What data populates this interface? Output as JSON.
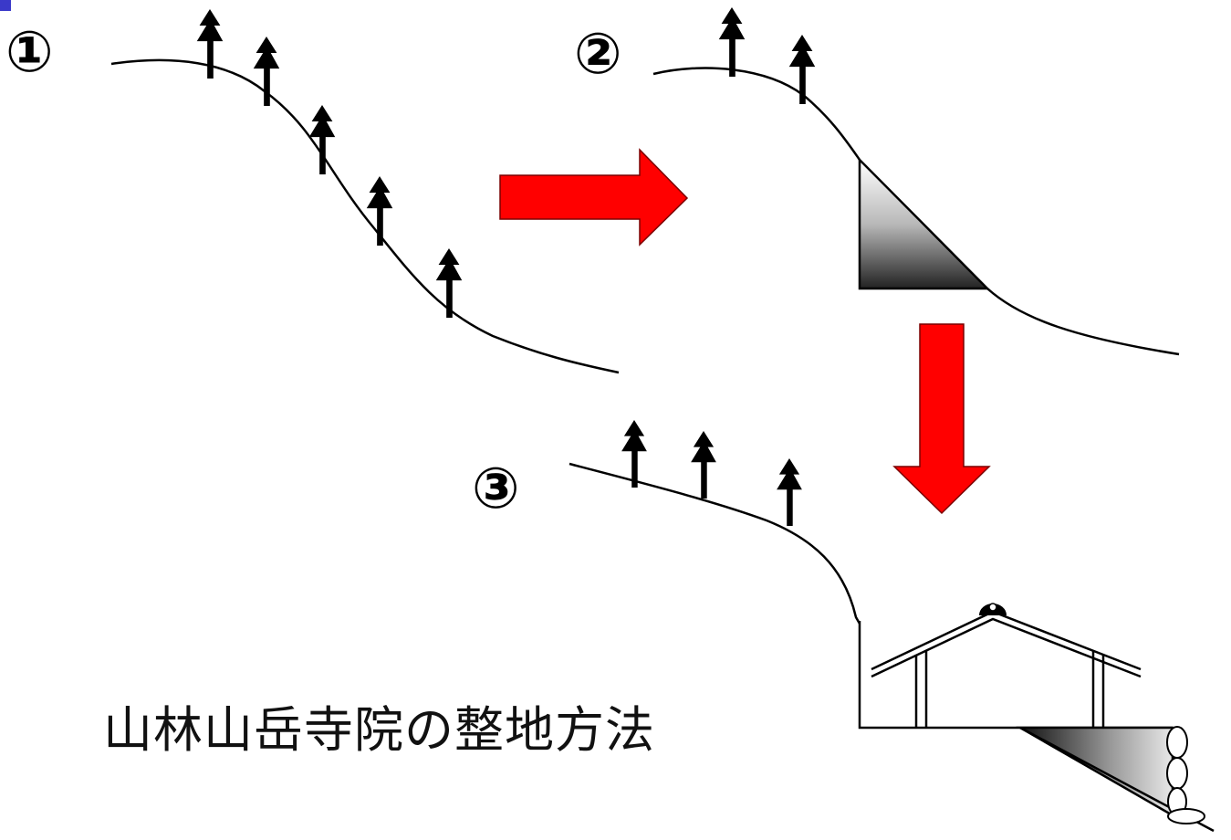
{
  "labels": {
    "step1": "①",
    "step2": "②",
    "step3": "③"
  },
  "caption": "山林山岳寺院の整地方法",
  "icons": {
    "tree": "tree-icon",
    "arrow": "arrow-icon",
    "temple": "temple-icon"
  },
  "colors": {
    "arrow": "#ff0000",
    "line": "#000000",
    "corner_mark": "#3a39c9"
  }
}
